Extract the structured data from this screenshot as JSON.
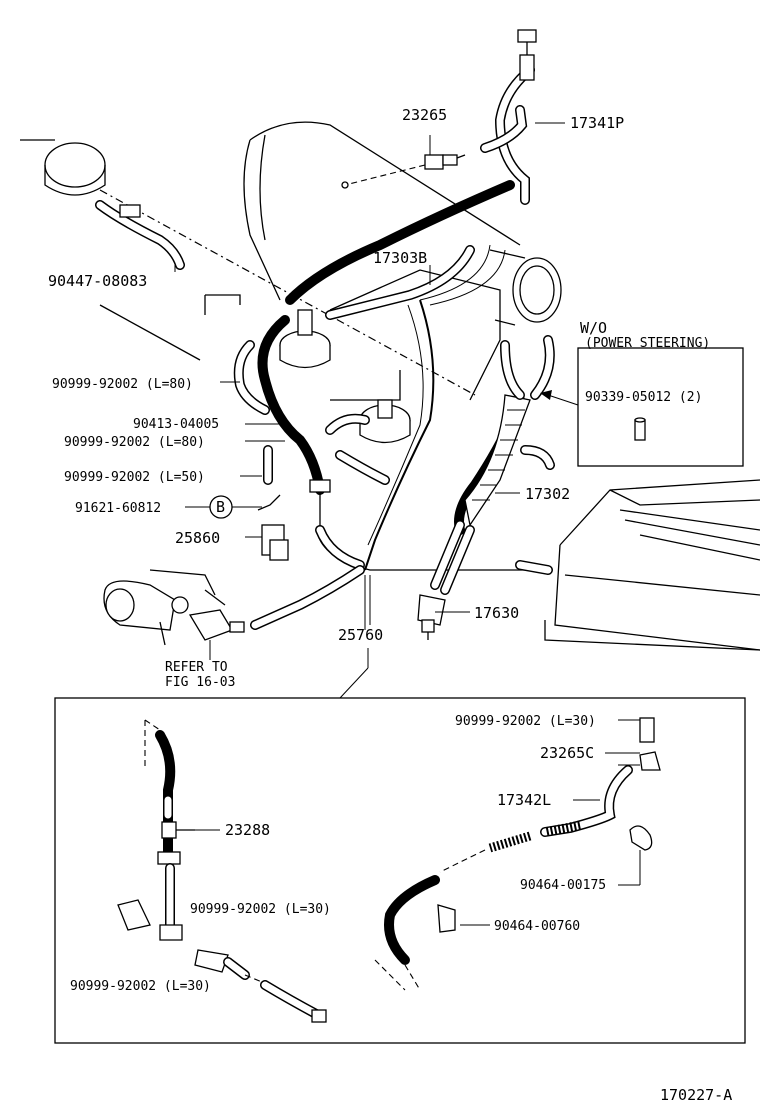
{
  "diagram_id": "170227-A",
  "labels": {
    "p23265": "23265",
    "p17341P": "17341P",
    "p90447": "90447-08083",
    "p17303B": "17303B",
    "wo_line1": "W/O",
    "wo_line2": "(POWER STEERING)",
    "p90999_80a": "90999-92002 (L=80)",
    "p90413": "90413-04005",
    "p90999_80b": "90999-92002 (L=80)",
    "p90339": "90339-05012 (2)",
    "p90999_50": "90999-92002 (L=50)",
    "p91621": "91621-60812",
    "callout_b": "B",
    "p17302": "17302",
    "p25860": "25860",
    "p17630": "17630",
    "p25760": "25760",
    "refer_line1": "REFER TO",
    "refer_line2": "FIG 16-03",
    "d_p90999_30a": "90999-92002 (L=30)",
    "d_p23265C": "23265C",
    "d_p17342L": "17342L",
    "d_p23288": "23288",
    "d_p90464_175": "90464-00175",
    "d_p90999_30b": "90999-92002 (L=30)",
    "d_p90464_760": "90464-00760",
    "d_p90999_30c": "90999-92002 (L=30)"
  }
}
